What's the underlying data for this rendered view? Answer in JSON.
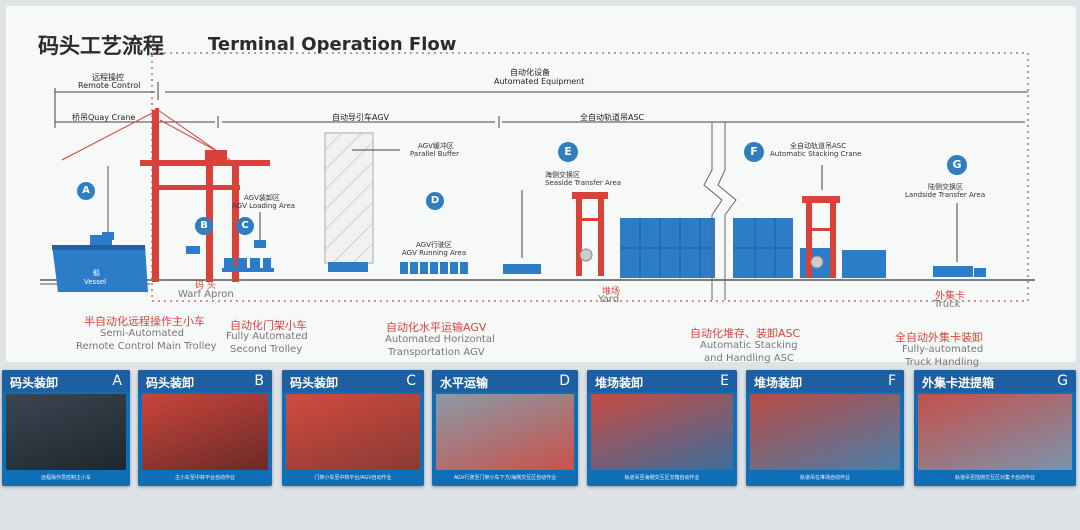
{
  "title": {
    "cn": "码头工艺流程",
    "en": "Terminal Operation Flow"
  },
  "spans": {
    "remote_cn": "远程操控",
    "remote_en": "Remote Control",
    "auto_cn": "自动化设备",
    "auto_en": "Automated Equipment",
    "qc": "桥吊Quay Crane",
    "agv_tow": "自动导引车AGV",
    "asc_full": "全自动轨道吊ASC"
  },
  "zone_labels": {
    "buffer_cn": "AGV缓冲区",
    "buffer_en": "Parallel Buffer",
    "loading_cn": "AGV装卸区",
    "loading_en": "AGV Loading Area",
    "running_cn": "AGV行驶区",
    "running_en": "AGV Running Area",
    "seaside_cn": "海侧交换区",
    "seaside_en": "Seaside Transfer Area",
    "asc_cn": "全自动轨道吊ASC",
    "asc_en": "Automatic Stacking Crane",
    "landside_cn": "陆侧交换区",
    "landside_en": "Landside Transfer Area",
    "vessel": "船",
    "vessel_en": "Vessel",
    "wharf_cn": "码 头",
    "wharf_en": "Warf Apron",
    "yard_cn": "堆场",
    "yard_en": "Yard",
    "truck_cn": "外集卡",
    "truck_en": "Truck"
  },
  "markers": [
    "A",
    "B",
    "C",
    "D",
    "E",
    "F",
    "G"
  ],
  "stages": [
    {
      "cn": "半自动化远程操作主小车",
      "en1": "Semi-Automated",
      "en2": "Remote Control Main Trolley"
    },
    {
      "cn": "自动化门架小车",
      "en1": "Fully Automated",
      "en2": "Second Trolley"
    },
    {
      "cn": "自动化水平运输AGV",
      "en1": "Automated Horizontal",
      "en2": "Transportation AGV"
    },
    {
      "cn": "自动化堆存、装卸ASC",
      "en1": "Automatic Stacking",
      "en2": "and Handling ASC"
    },
    {
      "cn": "全自动外集卡装卸",
      "en1": "Fully-automated",
      "en2": "Truck Handling"
    }
  ],
  "cards": [
    {
      "cn": "码头装卸",
      "letter": "A",
      "caption": "远程操作员控制主小车",
      "c1": "#3b4650",
      "c2": "#1e2730"
    },
    {
      "cn": "码头装卸",
      "letter": "B",
      "caption": "主小车至中转平台自动作业",
      "c1": "#c9453c",
      "c2": "#6b2a28"
    },
    {
      "cn": "码头装卸",
      "letter": "C",
      "caption": "门架小车至中转平台/AGV自动作业",
      "c1": "#d14b3e",
      "c2": "#8a3a35"
    },
    {
      "cn": "水平运输",
      "letter": "D",
      "caption": "AGV行驶至门架小车下方/海侧交互区自动作业",
      "c1": "#8a9aa8",
      "c2": "#c9524a"
    },
    {
      "cn": "堆场装卸",
      "letter": "E",
      "caption": "轨道吊至海侧交互区交箱自动作业",
      "c1": "#c84a42",
      "c2": "#3a6e9c"
    },
    {
      "cn": "堆场装卸",
      "letter": "F",
      "caption": "轨道吊在堆场自动作业",
      "c1": "#b84b45",
      "c2": "#4a7ea8"
    },
    {
      "cn": "外集卡进提箱",
      "letter": "G",
      "caption": "轨道吊至陆侧交互区对集卡自动作业",
      "c1": "#c6504a",
      "c2": "#7a94ad"
    }
  ],
  "colors": {
    "accent": "#2f7fc0",
    "crane_red": "#d9413b",
    "container_blue": "#2c7cc8",
    "card_blue": "#0e6fb7"
  }
}
